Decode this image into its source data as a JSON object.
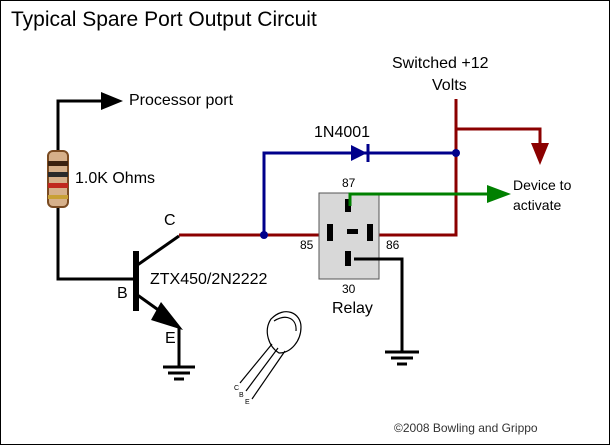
{
  "title": "Typical Spare Port Output Circuit",
  "labels": {
    "switched_line1": "Switched +12",
    "switched_line2": "Volts",
    "processor_port": "Processor port",
    "resistor": "1.0K Ohms",
    "diode": "1N4001",
    "collector": "C",
    "base": "B",
    "emitter": "E",
    "transistor": "ZTX450/2N2222",
    "device_line1": "Device to",
    "device_line2": "activate",
    "pin_87": "87",
    "pin_85": "85",
    "pin_86": "86",
    "pin_30": "30",
    "relay": "Relay",
    "pinout_c": "C",
    "pinout_b": "B",
    "pinout_e": "E"
  },
  "copyright": "©2008 Bowling and Grippo",
  "colors": {
    "wire_black": "#000000",
    "wire_red": "#8b0000",
    "wire_blue": "#00008b",
    "wire_green": "#008000",
    "relay_body": "#d8d8d8"
  }
}
